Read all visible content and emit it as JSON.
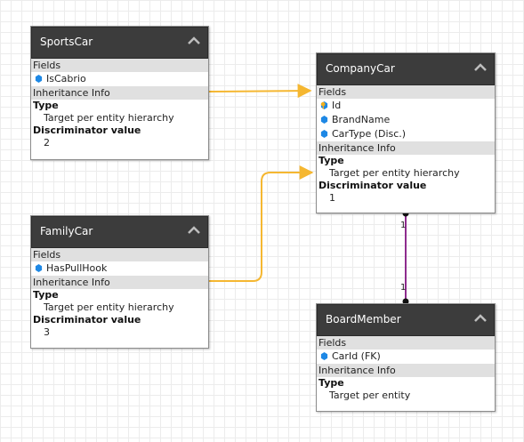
{
  "entities": {
    "sportscar": {
      "title": "SportsCar",
      "fields_header": "Fields",
      "fields": [
        "IsCabrio"
      ],
      "inheritance_header": "Inheritance Info",
      "type_label": "Type",
      "type_value": "Target per entity hierarchy",
      "discriminator_label": "Discriminator value",
      "discriminator_value": "2"
    },
    "familycar": {
      "title": "FamilyCar",
      "fields_header": "Fields",
      "fields": [
        "HasPullHook"
      ],
      "inheritance_header": "Inheritance Info",
      "type_label": "Type",
      "type_value": "Target per entity hierarchy",
      "discriminator_label": "Discriminator value",
      "discriminator_value": "3"
    },
    "companycar": {
      "title": "CompanyCar",
      "fields_header": "Fields",
      "fields": [
        "Id",
        "BrandName",
        "CarType (Disc.)"
      ],
      "inheritance_header": "Inheritance Info",
      "type_label": "Type",
      "type_value": "Target per entity hierarchy",
      "discriminator_label": "Discriminator value",
      "discriminator_value": "1"
    },
    "boardmember": {
      "title": "BoardMember",
      "fields_header": "Fields",
      "fields": [
        "CarId (FK)"
      ],
      "inheritance_header": "Inheritance Info",
      "type_label": "Type",
      "type_value": "Target per entity"
    }
  },
  "relation": {
    "cardinality_top": "1",
    "cardinality_bottom": "1"
  },
  "colors": {
    "inheritance_line": "#f5b731",
    "relation_line": "#8e2c8e",
    "header_bg": "#3c3c3c",
    "field_icon": "#1e88e5",
    "pk_icon": "#f2b01e"
  },
  "icons": {
    "collapse": "chevron-up-icon",
    "field": "field-icon",
    "primary_key": "primary-key-icon"
  }
}
